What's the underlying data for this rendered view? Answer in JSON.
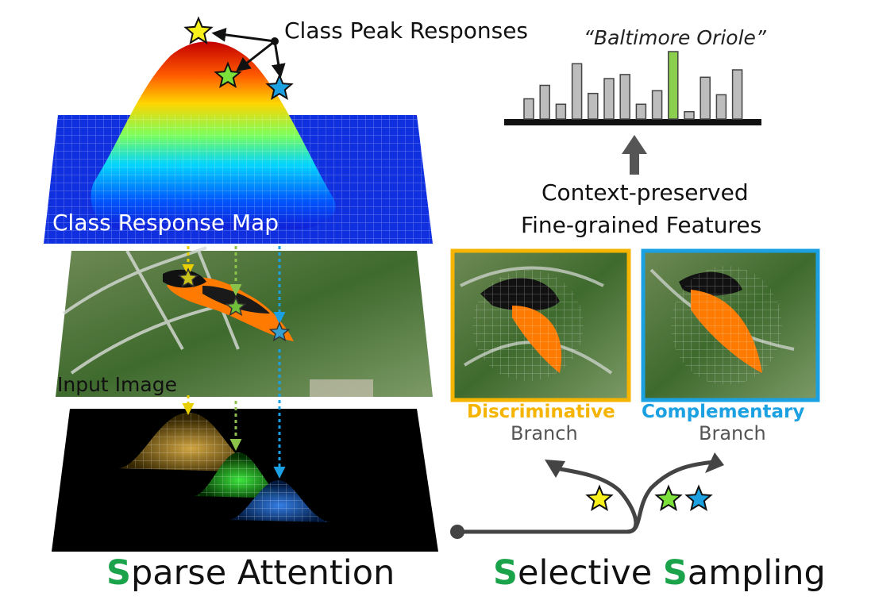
{
  "labels": {
    "class_peak_responses": "Class Peak Responses",
    "class_response_map": "Class Response Map",
    "input_image": "Input Image",
    "bar_chart_title": "“Baltimore Oriole”",
    "context_line1": "Context-preserved",
    "context_line2": "Fine-grained Features",
    "discriminative": "Discriminative",
    "discriminative_branch": "Branch",
    "complementary": "Complementary",
    "complementary_branch": "Branch"
  },
  "titles": {
    "sparse_initial": "S",
    "sparse_rest": "parse Attention",
    "selective_initial": "S",
    "selective_rest": "elective ",
    "sampling_initial": "S",
    "sampling_rest": "ampling"
  },
  "colors": {
    "accent_green": "#1aa34a",
    "star_yellow": "#f7f01a",
    "star_green": "#7be03a",
    "star_blue": "#1ba1e2",
    "discriminative": "#f4b400",
    "complementary": "#1ba1e2",
    "highlight_bar": "#8ccf4f",
    "gray_bar": "#bdbdbd"
  },
  "chart_data": {
    "type": "bar",
    "title": "“Baltimore Oriole”",
    "values": [
      0.3,
      0.5,
      0.22,
      0.82,
      0.38,
      0.6,
      0.66,
      0.22,
      0.42,
      1.0,
      0.11,
      0.62,
      0.36,
      0.73
    ],
    "highlight_index": 9
  }
}
